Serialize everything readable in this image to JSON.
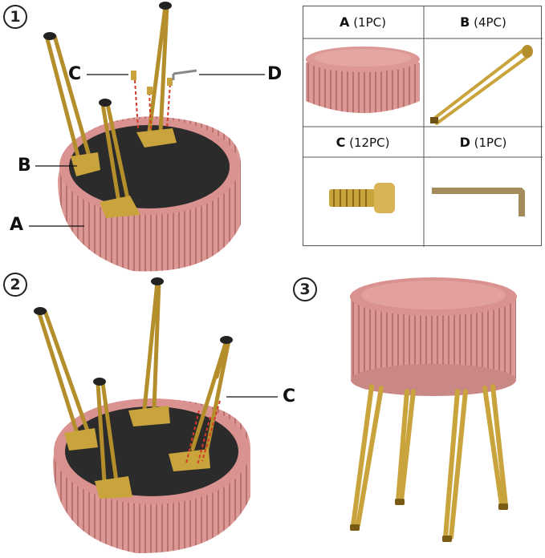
{
  "steps": {
    "step1": "1",
    "step2": "2",
    "step3": "3"
  },
  "callouts": {
    "step1": {
      "b": "B",
      "a": "A",
      "c": "C",
      "d": "D"
    },
    "step2": {
      "c": "C"
    }
  },
  "parts": [
    {
      "letter": "A",
      "qty": "(1PC)"
    },
    {
      "letter": "B",
      "qty": "(4PC)"
    },
    {
      "letter": "C",
      "qty": "(12PC)"
    },
    {
      "letter": "D",
      "qty": "(1PC)"
    }
  ],
  "colors": {
    "velvet_pink": "#d9928f",
    "velvet_dark": "#b9716f",
    "gold": "#c9a33b",
    "base_dark": "#2b2b2b",
    "guide_red": "#d23a2a"
  }
}
